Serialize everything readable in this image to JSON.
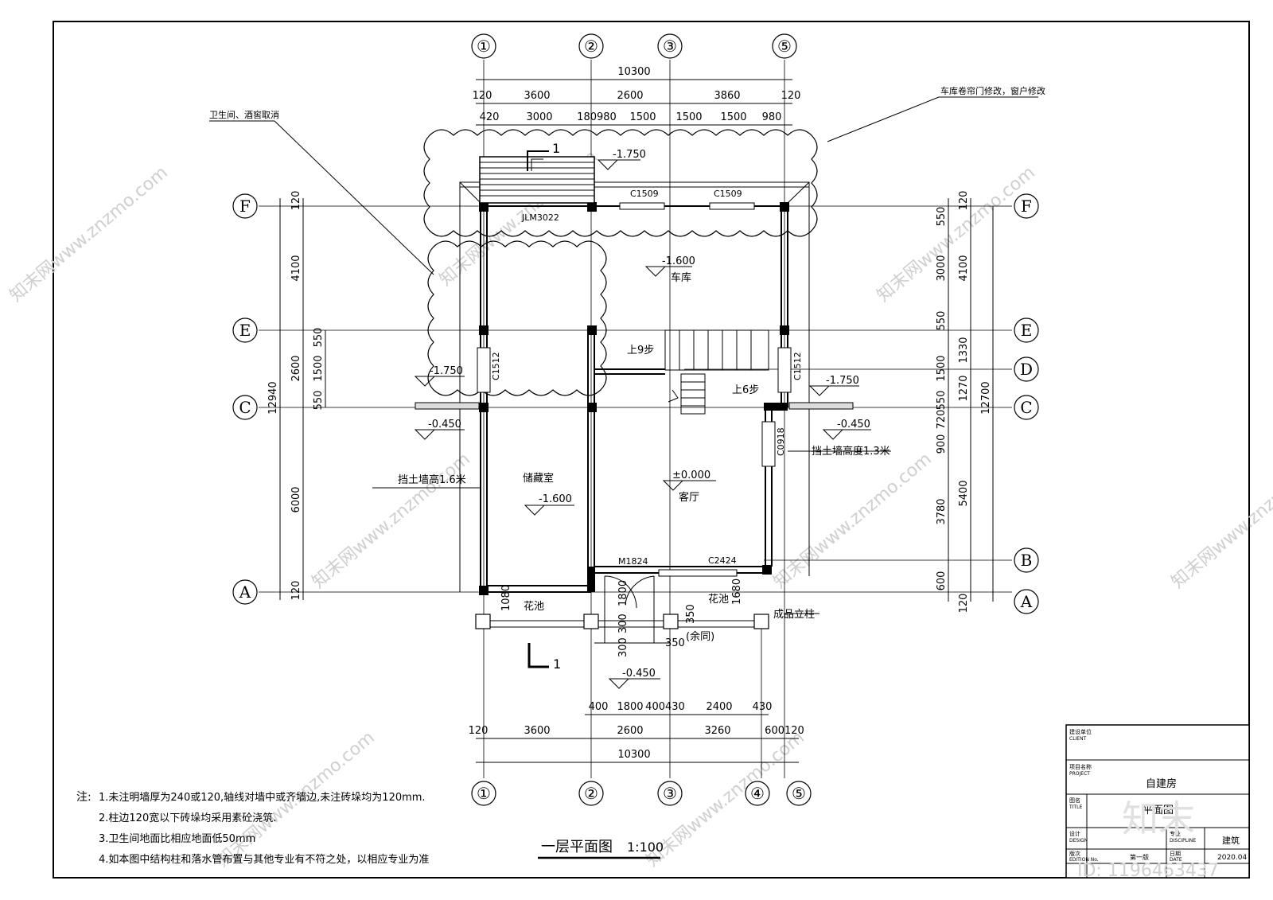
{
  "drawing_title": "一层平面图",
  "scale": "1:100",
  "top_axes": [
    "①",
    "②",
    "③",
    "⑤"
  ],
  "bottom_axes": [
    "①",
    "②",
    "③",
    "④",
    "⑤"
  ],
  "left_axes": [
    "F",
    "E",
    "C",
    "A"
  ],
  "right_axes": [
    "F",
    "E",
    "D",
    "C",
    "B",
    "A"
  ],
  "top_dims": {
    "overall": "10300",
    "row2": [
      "120",
      "3600",
      "2600",
      "3860",
      "120"
    ],
    "row3": [
      "420",
      "3000",
      "180980",
      "1500",
      "1500",
      "1500",
      "980"
    ]
  },
  "bottom_dims": {
    "row1": [
      "400",
      "1800",
      "400430",
      "2400",
      "430"
    ],
    "row2": [
      "120",
      "3600",
      "2600",
      "3260",
      "600120"
    ],
    "overall": "10300"
  },
  "left_dims": {
    "overall": "12940",
    "col2": [
      "120",
      "4100",
      "2600",
      "6000",
      "120"
    ],
    "col3": [
      "550",
      "1500",
      "550"
    ]
  },
  "right_dims": {
    "overall": "12700",
    "col_inner": [
      "550",
      "3000",
      "550",
      "1500",
      "550",
      "720",
      "900",
      "3780",
      "600"
    ],
    "col_outer": [
      "120",
      "4100",
      "1330",
      "1270",
      "5400",
      "120"
    ]
  },
  "rooms": {
    "garage": "车库",
    "storage": "储藏室",
    "living": "客厅",
    "flower1": "花池",
    "flower2": "花池"
  },
  "elevations": {
    "top": "-1.750",
    "garage": "-1.600",
    "left": "-1.750",
    "right": "-1.750",
    "left_low": "-0.450",
    "right_low": "-0.450",
    "storage": "-1.600",
    "living": "±0.000",
    "entry": "-0.450"
  },
  "labels": {
    "window_c1509_a": "C1509",
    "window_c1509_b": "C1509",
    "door_jlm": "JLM3022",
    "window_c1512_a": "C1512",
    "window_c1512_b": "C1512",
    "window_c0918": "C0918",
    "door_m1824": "M1824",
    "window_c2424": "C2424",
    "stair_up9": "上9步",
    "stair_up6": "上6步",
    "section_top": "1",
    "section_bottom": "1",
    "retain_left": "挡土墙高1.6米",
    "retain_right": "挡土墙高度1.3米",
    "post": "成品立柱",
    "same": "(余同)",
    "d1080": "1080",
    "d1800": "1800",
    "d1680": "1680",
    "d300a": "300",
    "d300b": "300",
    "d350a": "350",
    "d350b": "350"
  },
  "callouts": {
    "left": "卫生间、酒窖取消",
    "right": "车库卷帘门修改，窗户修改"
  },
  "notes": {
    "prefix": "注:",
    "items": [
      "1.未注明墙厚为240或120,轴线对墙中或齐墙边,未注砖垛均为120mm.",
      "2.柱边120宽以下砖垛均采用素砼浇筑.",
      "3.卫生间地面比相应地面低50mm",
      "4.如本图中结构柱和落水管布置与其他专业有不符之处，以相应专业为准"
    ]
  },
  "title_block": {
    "client_label": "建设单位",
    "client_en": "CLIENT",
    "project_label": "项目名称",
    "project_en": "PROJECT",
    "project_value": "自建房",
    "title_label": "图名",
    "title_en": "TITLE",
    "title_value": "平面图",
    "design_label": "设计",
    "design_en": "DESIGN",
    "discipline_label": "专业",
    "discipline_en": "DISCIPLINE",
    "discipline_value": "建筑",
    "edition_label": "版次",
    "edition_en": "EDITION No.",
    "edition_value": "第一版",
    "date_label": "日期",
    "date_en": "DATE",
    "date_value": "2020.04"
  },
  "watermarks": {
    "site": "知末网www.znzmo.com",
    "logo": "知末",
    "id": "ID: 1196463437"
  }
}
